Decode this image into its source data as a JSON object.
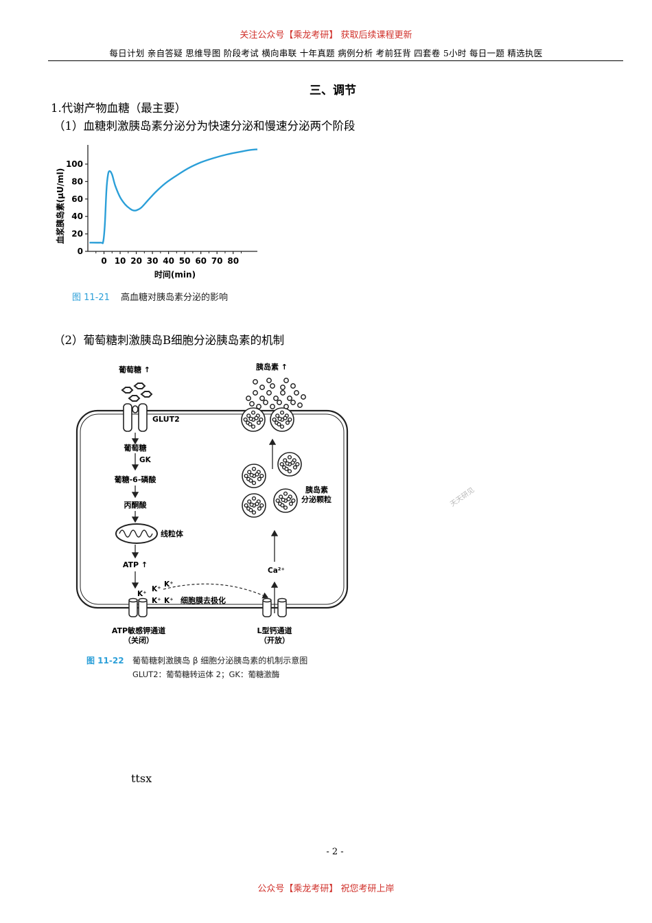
{
  "header": {
    "promo": "关注公众号【乘龙考研】 获取后续课程更新",
    "services": "每日计划 亲自答疑 思维导图 阶段考试 横向串联 十年真题 病例分析 考前狂背 四套卷 5小时 每日一题 精选执医"
  },
  "section_title": "三、调节",
  "item1": "1.代谢产物血糖（最主要）",
  "item1_1": "（1）血糖刺激胰岛素分泌分为快速分泌和慢速分泌两个阶段",
  "item1_2": "（2）葡萄糖刺激胰岛B细胞分泌胰岛素的机制",
  "figure1": {
    "number": "图 11-21",
    "caption": "高血糖对胰岛素分泌的影响"
  },
  "figure2": {
    "number": "图 11-22",
    "caption": "葡萄糖刺激胰岛 β 细胞分泌胰岛素的机制示意图",
    "legend": "GLUT2：葡萄糖转运体 2；GK：葡糖激酶",
    "labels": {
      "glucose_up": "葡萄糖 ↑",
      "glut2": "GLUT2",
      "glucose": "葡萄糖",
      "gk": "GK",
      "g6p": "葡糖-6-磷酸",
      "pyruvate": "丙酮酸",
      "mito": "线粒体",
      "atp": "ATP ↑",
      "k1": "K⁺",
      "k2": "K⁺",
      "k3": "K⁺",
      "k4": "K⁺",
      "k5": "K⁺",
      "depol": "细胞膜去极化",
      "katp_name": "ATP敏感钾通道",
      "katp_state": "（关闭）",
      "ltype_name": "L型钙通道",
      "ltype_state": "（开放）",
      "ca": "Ca²⁺",
      "insulin_up": "胰岛素 ↑",
      "granule_l1": "胰岛素",
      "granule_l2": "分泌颗粒"
    }
  },
  "chart_data": {
    "type": "line",
    "title": "",
    "xlabel": "时间(min)",
    "ylabel": "血浆胰岛素(μU/ml)",
    "x_ticks": [
      0,
      10,
      20,
      30,
      40,
      50,
      60,
      70,
      80
    ],
    "y_ticks": [
      0,
      20,
      40,
      60,
      80,
      100
    ],
    "xlim": [
      -10,
      95
    ],
    "ylim": [
      0,
      122
    ],
    "color": "#2b9fd8",
    "series": [
      {
        "x": [
          -9,
          -2,
          -0.5,
          0.5,
          1.5,
          2.5,
          3.5,
          5,
          7,
          10,
          13,
          16,
          18,
          20,
          23,
          27,
          32,
          38,
          45,
          52,
          60,
          68,
          76,
          84,
          90,
          95
        ],
        "y": [
          10,
          10,
          11,
          30,
          70,
          88,
          92,
          88,
          75,
          62,
          54,
          49,
          47,
          47,
          50,
          58,
          68,
          78,
          87,
          95,
          102,
          107,
          111,
          114,
          116,
          117
        ]
      }
    ]
  },
  "footer": {
    "slogan": "公众号【乘龙考研】 祝您考研上岸",
    "page": "- 2 -",
    "note": "ttsx",
    "watermark": "天天研见"
  }
}
